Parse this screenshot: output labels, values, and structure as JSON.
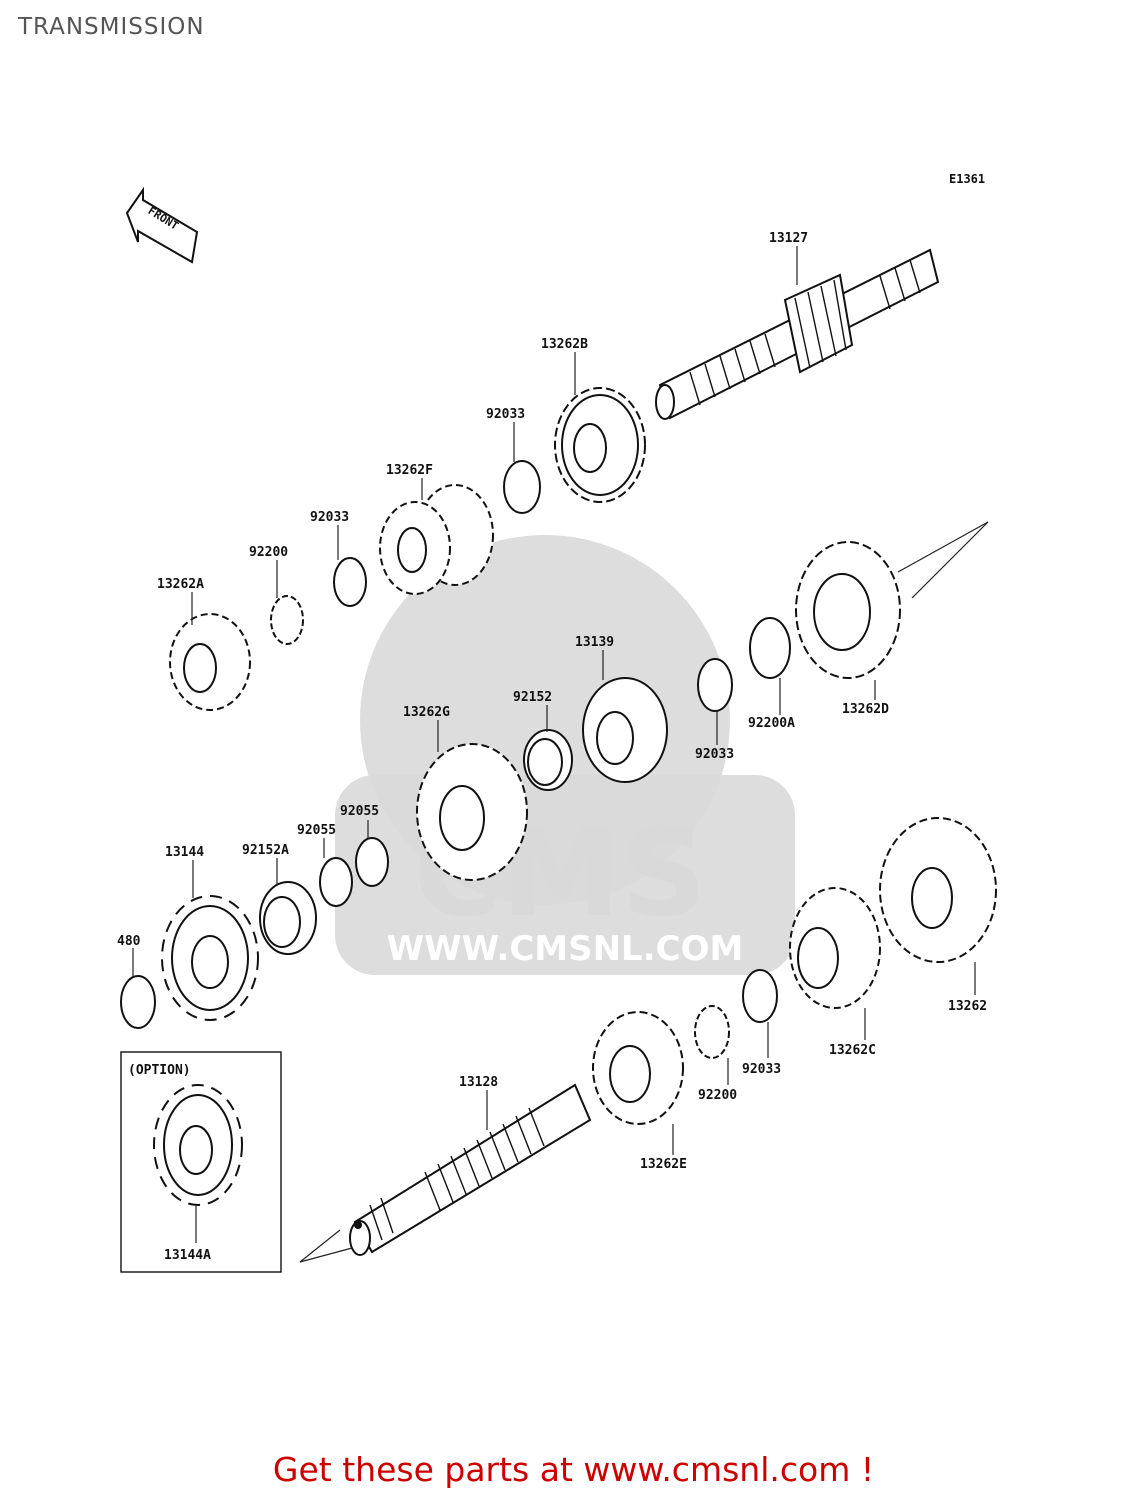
{
  "page_title": "TRANSMISSION",
  "diagram_code": "E1361",
  "front_label": "FRONT",
  "option_label": "(OPTION)",
  "watermark": {
    "text_large": "CMS",
    "text_url": "WWW.CMSNL.COM"
  },
  "parts": {
    "p13127": "13127",
    "p13262B": "13262B",
    "p92033_a": "92033",
    "p13262F": "13262F",
    "p92033_b": "92033",
    "p92200_a": "92200",
    "p13262A": "13262A",
    "p13139": "13139",
    "p92152": "92152",
    "p13262G": "13262G",
    "p92033_c": "92033",
    "p92200A": "92200A",
    "p13262D": "13262D",
    "p92055_a": "92055",
    "p92055_b": "92055",
    "p92152A": "92152A",
    "p13144": "13144",
    "p480": "480",
    "p13262": "13262",
    "p13262C": "13262C",
    "p92033_d": "92033",
    "p92200_b": "92200",
    "p13262E": "13262E",
    "p13128": "13128",
    "p13144A": "13144A"
  },
  "footer": {
    "link_text": "Get these parts at www.cmsnl.com !",
    "link_color": "#cc0000"
  }
}
